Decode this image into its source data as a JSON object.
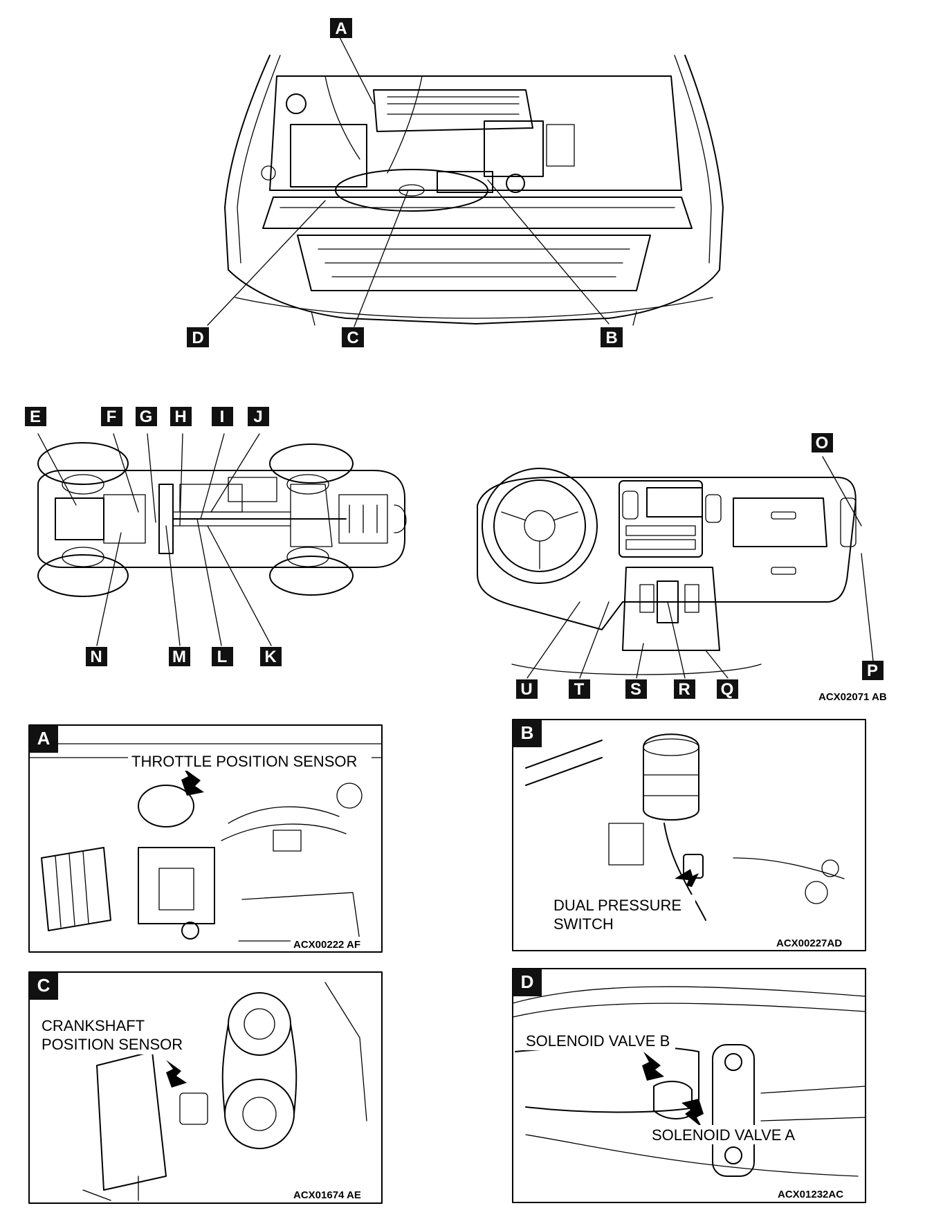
{
  "labels": {
    "top": {
      "a": "A",
      "b": "B",
      "c": "C",
      "d": "D"
    },
    "under": {
      "e": "E",
      "f": "F",
      "g": "G",
      "h": "H",
      "i": "I",
      "j": "J",
      "k": "K",
      "l": "L",
      "m": "M",
      "n": "N"
    },
    "dash": {
      "o": "O",
      "p": "P",
      "q": "Q",
      "r": "R",
      "s": "S",
      "t": "T",
      "u": "U"
    }
  },
  "codes": {
    "main": "ACX02071 AB"
  },
  "panels": {
    "a": {
      "letter": "A",
      "caption": "THROTTLE POSITION SENSOR",
      "code": "ACX00222 AF"
    },
    "b": {
      "letter": "B",
      "caption_line1": "DUAL PRESSURE",
      "caption_line2": "SWITCH",
      "code": "ACX00227AD"
    },
    "c": {
      "letter": "C",
      "caption_line1": "CRANKSHAFT",
      "caption_line2": "POSITION SENSOR",
      "code": "ACX01674 AE"
    },
    "d": {
      "letter": "D",
      "caption_valve_b": "SOLENOID VALVE B",
      "caption_valve_a": "SOLENOID VALVE A",
      "code": "ACX01232AC"
    }
  }
}
